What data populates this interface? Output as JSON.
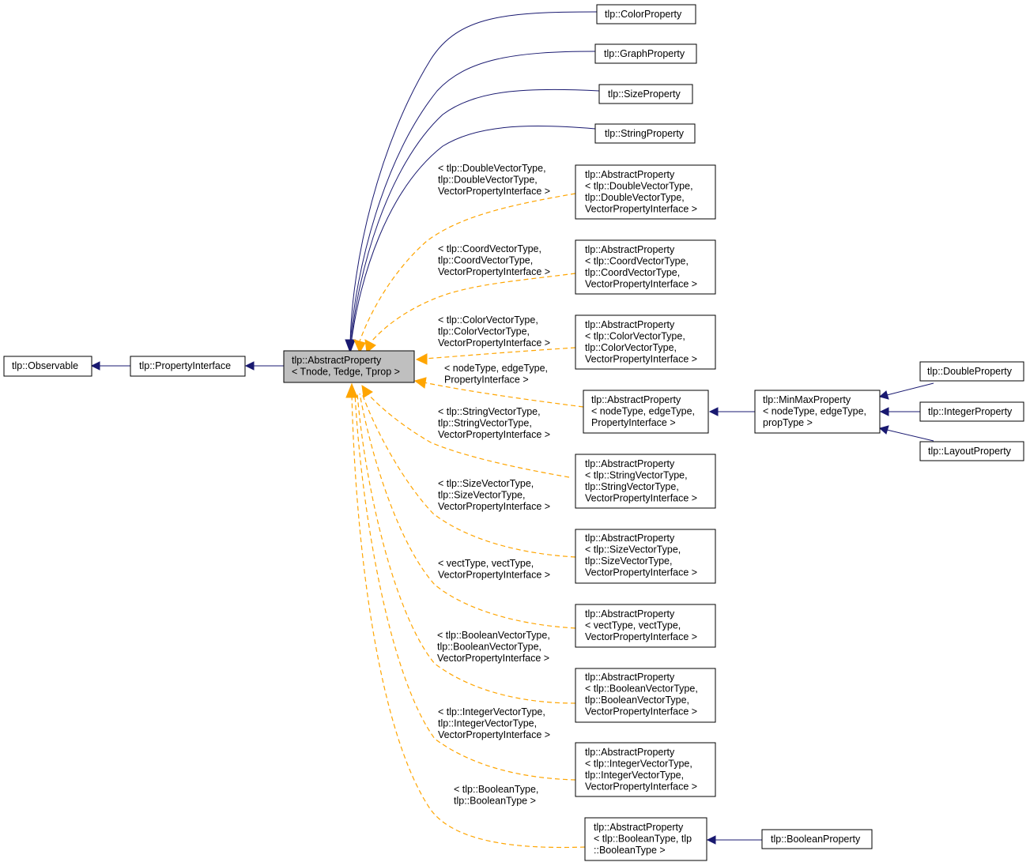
{
  "colors": {
    "inheritance": "#191970",
    "template": "#ffa500",
    "current_fill": "#bfbfbf"
  },
  "nodes": {
    "observable": {
      "lines": [
        "tlp::Observable"
      ]
    },
    "property_interface": {
      "lines": [
        "tlp::PropertyInterface"
      ]
    },
    "abstract_property": {
      "lines": [
        "tlp::AbstractProperty",
        "< Tnode, Tedge, Tprop >"
      ]
    },
    "color_property": {
      "lines": [
        "tlp::ColorProperty"
      ]
    },
    "graph_property": {
      "lines": [
        "tlp::GraphProperty"
      ]
    },
    "size_property": {
      "lines": [
        "tlp::SizeProperty"
      ]
    },
    "string_property": {
      "lines": [
        "tlp::StringProperty"
      ]
    },
    "ap_double_vector": {
      "lines": [
        "tlp::AbstractProperty",
        "< tlp::DoubleVectorType,",
        "tlp::DoubleVectorType,",
        "VectorPropertyInterface >"
      ]
    },
    "ap_coord_vector": {
      "lines": [
        "tlp::AbstractProperty",
        "< tlp::CoordVectorType,",
        "tlp::CoordVectorType,",
        "VectorPropertyInterface >"
      ]
    },
    "ap_color_vector": {
      "lines": [
        "tlp::AbstractProperty",
        "< tlp::ColorVectorType,",
        "tlp::ColorVectorType,",
        "VectorPropertyInterface >"
      ]
    },
    "ap_node_edge": {
      "lines": [
        "tlp::AbstractProperty",
        "< nodeType, edgeType,",
        "PropertyInterface >"
      ]
    },
    "minmax_property": {
      "lines": [
        "tlp::MinMaxProperty",
        "< nodeType, edgeType,",
        "propType >"
      ]
    },
    "double_property": {
      "lines": [
        "tlp::DoubleProperty"
      ]
    },
    "integer_property": {
      "lines": [
        "tlp::IntegerProperty"
      ]
    },
    "layout_property": {
      "lines": [
        "tlp::LayoutProperty"
      ]
    },
    "ap_string_vector": {
      "lines": [
        "tlp::AbstractProperty",
        "< tlp::StringVectorType,",
        "tlp::StringVectorType,",
        "VectorPropertyInterface >"
      ]
    },
    "ap_size_vector": {
      "lines": [
        "tlp::AbstractProperty",
        "< tlp::SizeVectorType,",
        "tlp::SizeVectorType,",
        "VectorPropertyInterface >"
      ]
    },
    "ap_vect": {
      "lines": [
        "tlp::AbstractProperty",
        "< vectType, vectType,",
        "VectorPropertyInterface >"
      ]
    },
    "ap_boolean_vector": {
      "lines": [
        "tlp::AbstractProperty",
        "< tlp::BooleanVectorType,",
        "tlp::BooleanVectorType,",
        "VectorPropertyInterface >"
      ]
    },
    "ap_integer_vector": {
      "lines": [
        "tlp::AbstractProperty",
        "< tlp::IntegerVectorType,",
        "tlp::IntegerVectorType,",
        "VectorPropertyInterface >"
      ]
    },
    "ap_boolean": {
      "lines": [
        "tlp::AbstractProperty",
        "< tlp::BooleanType, tlp",
        "::BooleanType >"
      ]
    },
    "boolean_property": {
      "lines": [
        "tlp::BooleanProperty"
      ]
    }
  },
  "edge_labels": {
    "double_vector": [
      "< tlp::DoubleVectorType,",
      "tlp::DoubleVectorType,",
      "VectorPropertyInterface >"
    ],
    "coord_vector": [
      "< tlp::CoordVectorType,",
      "tlp::CoordVectorType,",
      "VectorPropertyInterface >"
    ],
    "color_vector": [
      "< tlp::ColorVectorType,",
      "tlp::ColorVectorType,",
      "VectorPropertyInterface >"
    ],
    "node_edge": [
      "< nodeType, edgeType,",
      "PropertyInterface >"
    ],
    "string_vector": [
      "< tlp::StringVectorType,",
      "tlp::StringVectorType,",
      "VectorPropertyInterface >"
    ],
    "size_vector": [
      "< tlp::SizeVectorType,",
      "tlp::SizeVectorType,",
      "VectorPropertyInterface >"
    ],
    "vect": [
      "< vectType, vectType,",
      "VectorPropertyInterface >"
    ],
    "boolean_vector": [
      "< tlp::BooleanVectorType,",
      "tlp::BooleanVectorType,",
      "VectorPropertyInterface >"
    ],
    "integer_vector": [
      "< tlp::IntegerVectorType,",
      "tlp::IntegerVectorType,",
      "VectorPropertyInterface >"
    ],
    "boolean": [
      "< tlp::BooleanType,",
      "tlp::BooleanType >"
    ]
  }
}
